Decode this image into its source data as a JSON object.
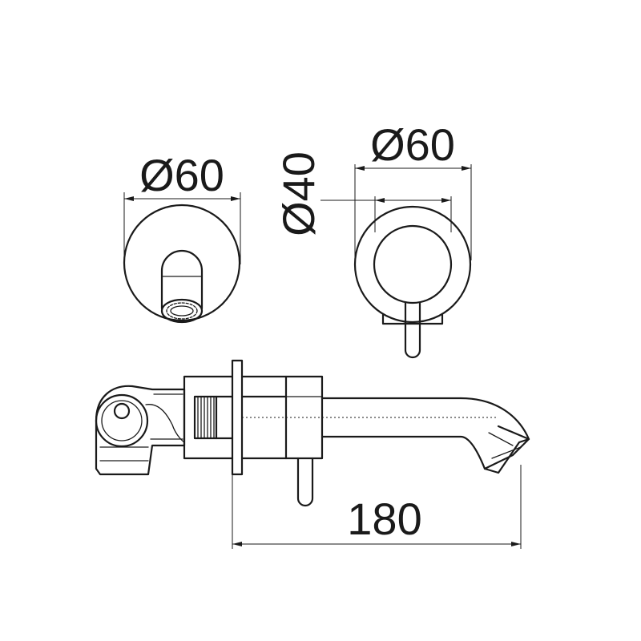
{
  "dimensions": {
    "spout_cover_diameter": "Ø60",
    "handle_cover_diameter": "Ø60",
    "handle_diameter": "Ø40",
    "spout_length": "180"
  }
}
